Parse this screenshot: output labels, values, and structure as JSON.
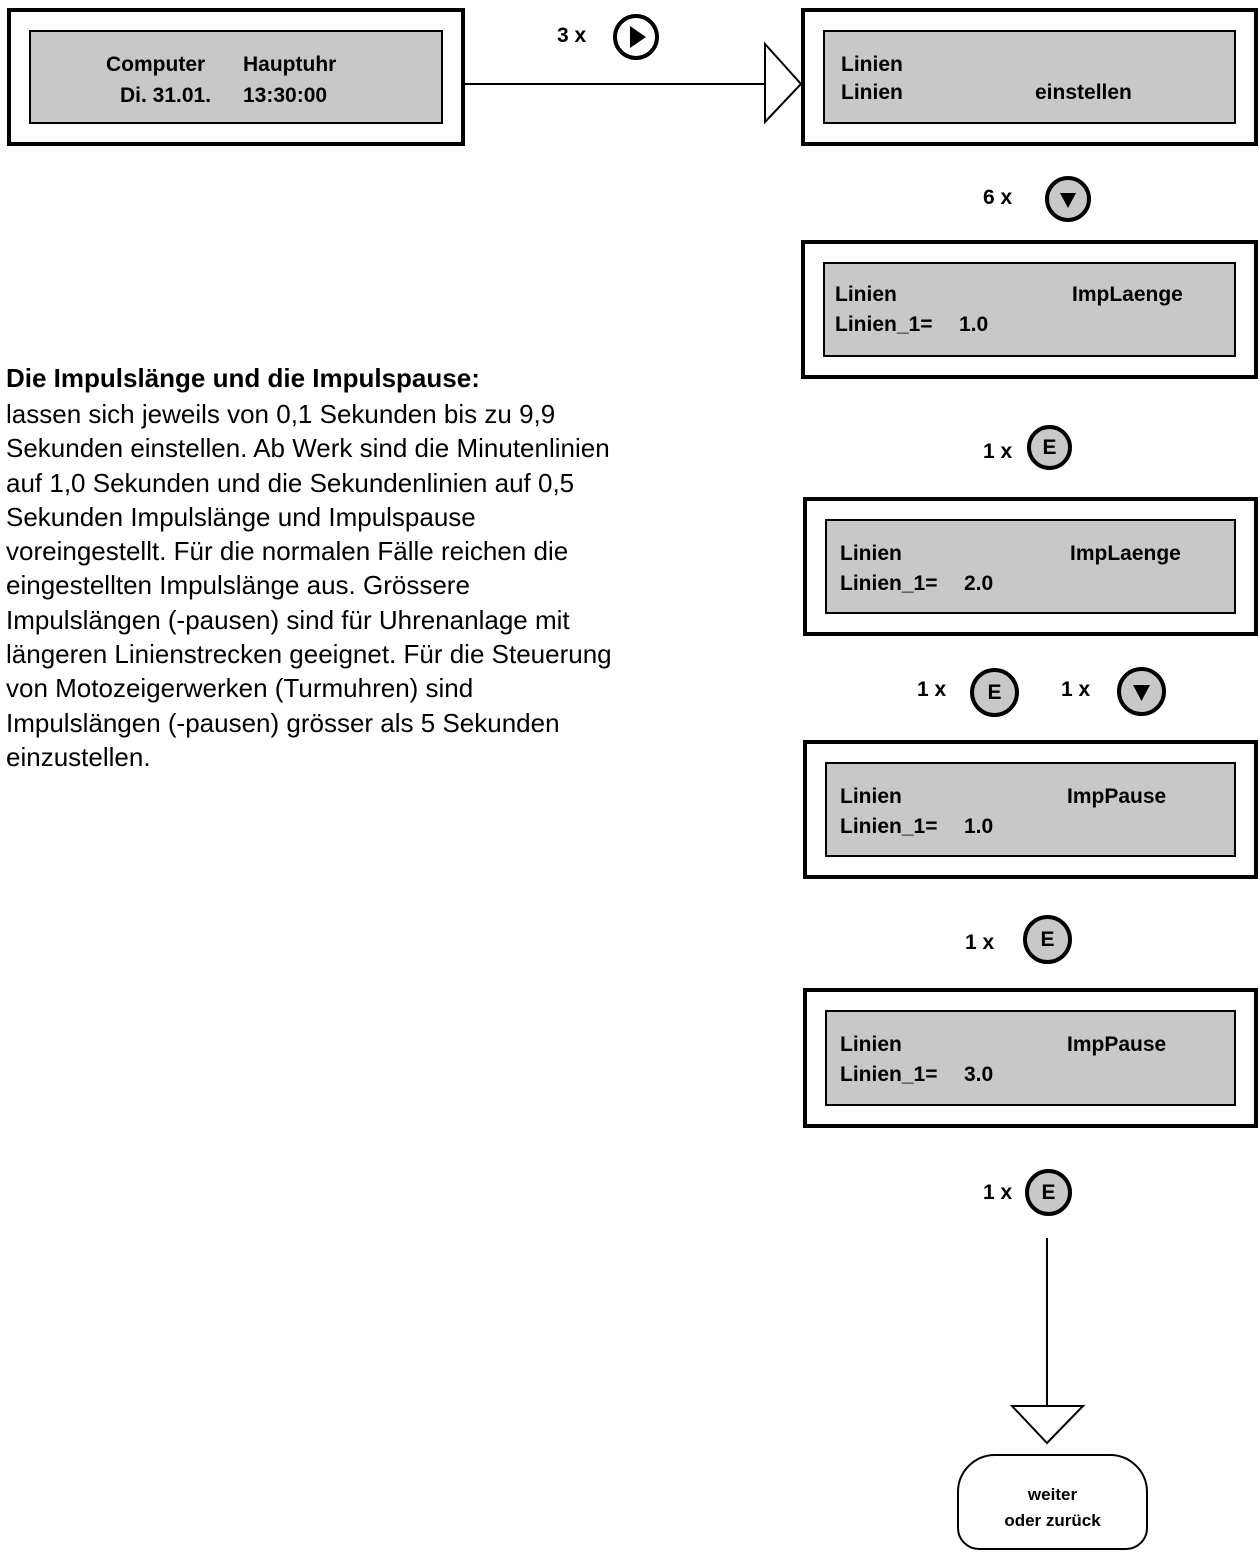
{
  "screens": [
    {
      "line1_left": "Computer",
      "line1_right": "Hauptuhr",
      "line2_left": "Di. 31.01.",
      "line2_right": "13:30:00"
    },
    {
      "line1_left": "Linien",
      "line1_right": "",
      "line2_left": "Linien",
      "line2_right": "einstellen"
    },
    {
      "line1_left": "Linien",
      "line1_right": "ImpLaenge",
      "line2_left": "Linien_1=",
      "line2_right": "1.0"
    },
    {
      "line1_left": "Linien",
      "line1_right": "ImpLaenge",
      "line2_left": "Linien_1=",
      "line2_right": "2.0"
    },
    {
      "line1_left": "Linien",
      "line1_right": "ImpPause",
      "line2_left": "Linien_1=",
      "line2_right": "1.0"
    },
    {
      "line1_left": "Linien",
      "line1_right": "ImpPause",
      "line2_left": "Linien_1=",
      "line2_right": "3.0"
    }
  ],
  "steps": {
    "right_3x": "3 x",
    "down_6x": "6 x",
    "enter_1x_a": "1 x",
    "enter_1x_b": "1 x",
    "down_1x": "1 x",
    "enter_1x_c": "1 x",
    "enter_1x_d": "1 x"
  },
  "buttons": {
    "enter_label": "E",
    "icons": [
      "play-right-icon",
      "arrow-down-icon",
      "enter-key-icon"
    ]
  },
  "description": {
    "title": "Die Impulslänge und die Impulspause:",
    "body": "lassen sich jeweils von 0,1 Sekunden bis zu 9,9 Sekunden einstellen. Ab Werk sind die Minutenlinien auf 1,0 Sekunden und die Sekundenlinien auf 0,5 Sekunden Impulslänge und Impulspause voreingestellt. Für die normalen Fälle reichen die eingestellten Impulslänge aus. Grössere Impulslängen (-pausen) sind für Uhrenanlage mit längeren Linienstrecken geeignet. Für die Steuerung von Motozeigerwerken (Turmuhren) sind Impulslängen (-pausen) grösser als 5 Sekunden einzustellen."
  },
  "end_node": {
    "line1": "weiter",
    "line2": "oder zurück"
  },
  "colors": {
    "lcd_background": "#c8c8c8",
    "button_background": "#c8c8c8",
    "border": "#000000"
  }
}
